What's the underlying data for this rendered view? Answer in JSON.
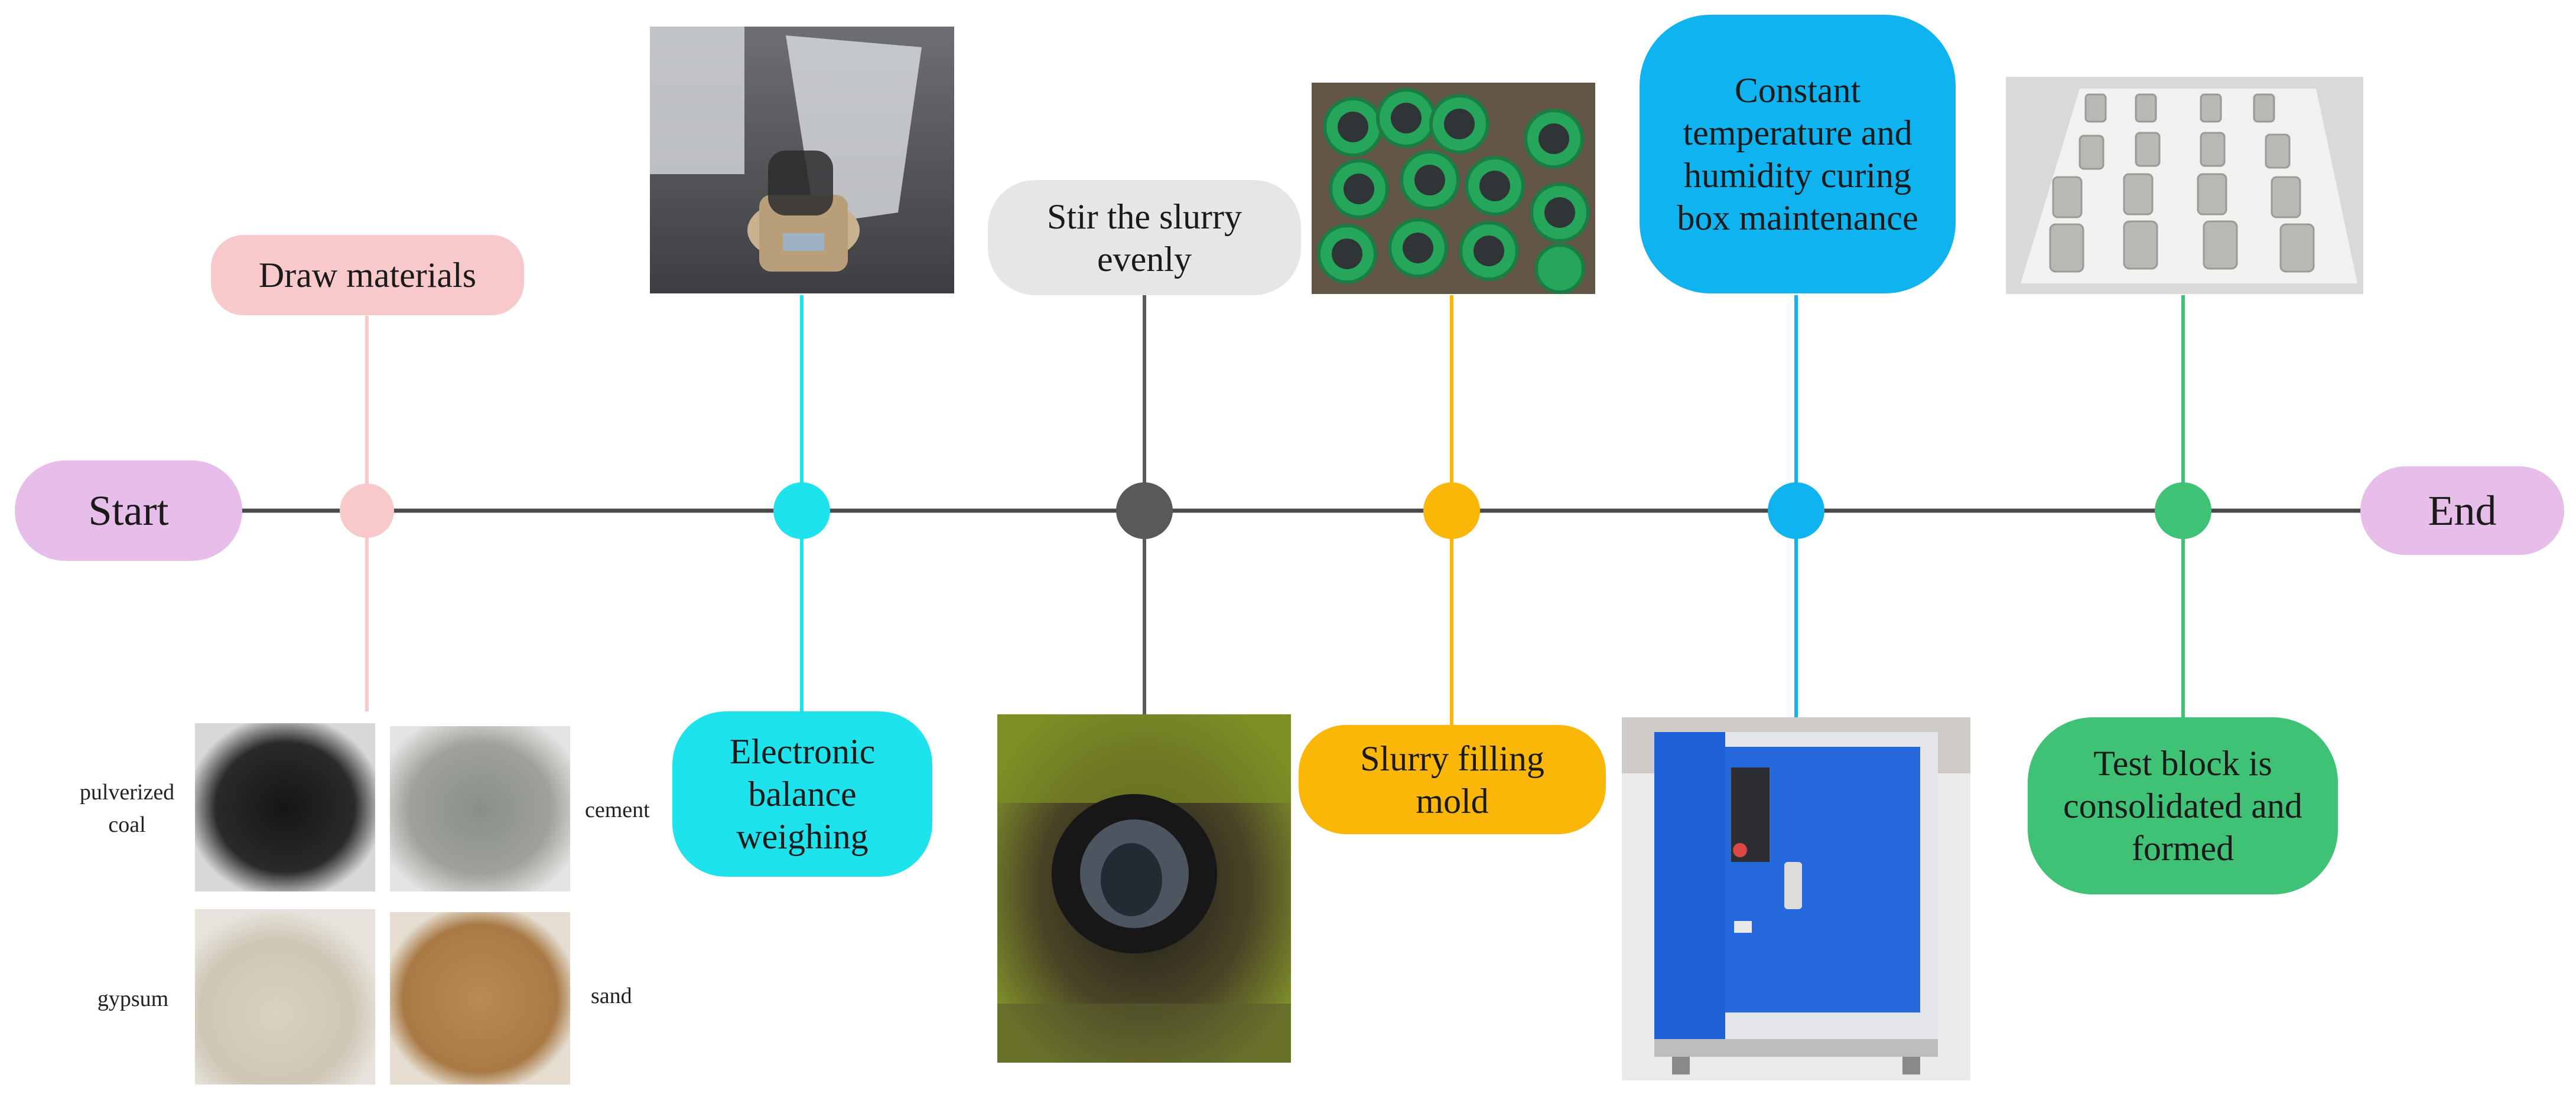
{
  "timeline": {
    "start_label": "Start",
    "end_label": "End"
  },
  "colors": {
    "terminal_fill": "#e7bde9",
    "step1": "#f8c9cb",
    "step2": "#1ee3ec",
    "step3": "#595959",
    "step3_box": "#e6e6e6",
    "step4": "#fbb707",
    "step5": "#0fb3ef",
    "step6": "#3fc275",
    "axis": "#4a4a4a"
  },
  "steps": [
    {
      "id": "draw-materials",
      "label": "Draw materials",
      "node_color": "#f8c9cb"
    },
    {
      "id": "electronic-balance-weighing",
      "label": "Electronic balance weighing",
      "node_color": "#1ee3ec"
    },
    {
      "id": "stir-slurry",
      "label": "Stir the slurry evenly",
      "node_color": "#595959"
    },
    {
      "id": "slurry-filling-mold",
      "label": "Slurry filling mold",
      "node_color": "#fbb707"
    },
    {
      "id": "curing-box",
      "label": "Constant temperature and humidity curing box maintenance",
      "node_color": "#0fb3ef"
    },
    {
      "id": "test-block-formed",
      "label": "Test block is consolidated and formed",
      "node_color": "#3fc275"
    }
  ],
  "ingredients": {
    "coal": "pulverized coal",
    "cement": "cement",
    "gypsum": "gypsum",
    "sand": "sand"
  }
}
